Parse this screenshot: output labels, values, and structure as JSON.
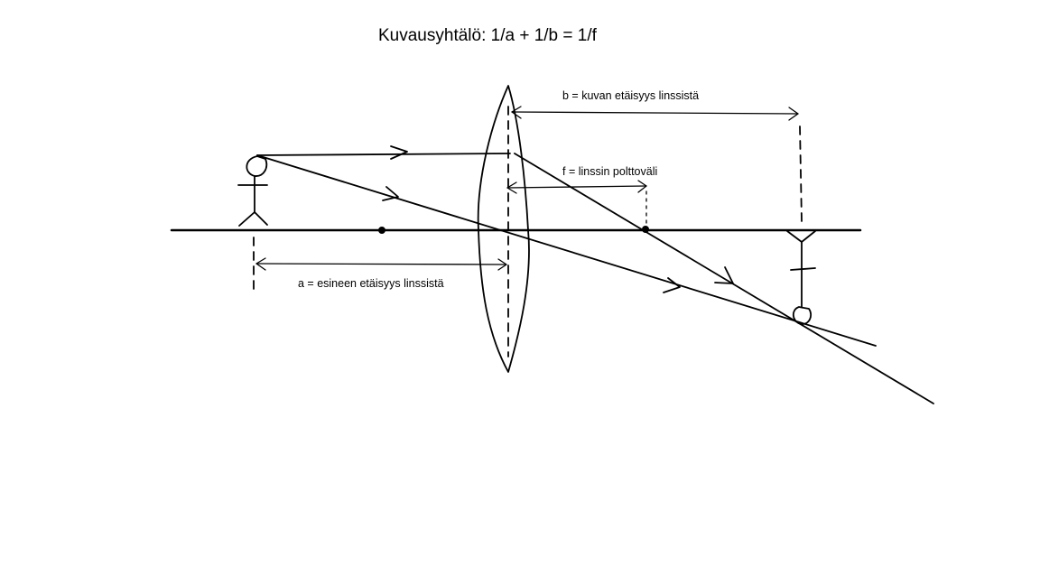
{
  "title": "Kuvausyhtälö: 1/a + 1/b = 1/f",
  "labels": {
    "image_distance": "b = kuvan etäisyys linssistä",
    "focal_length": "f = linssin polttoväli",
    "object_distance": "a = esineen etäisyys linssistä"
  },
  "colors": {
    "ink": "#000000",
    "background": "#ffffff"
  }
}
